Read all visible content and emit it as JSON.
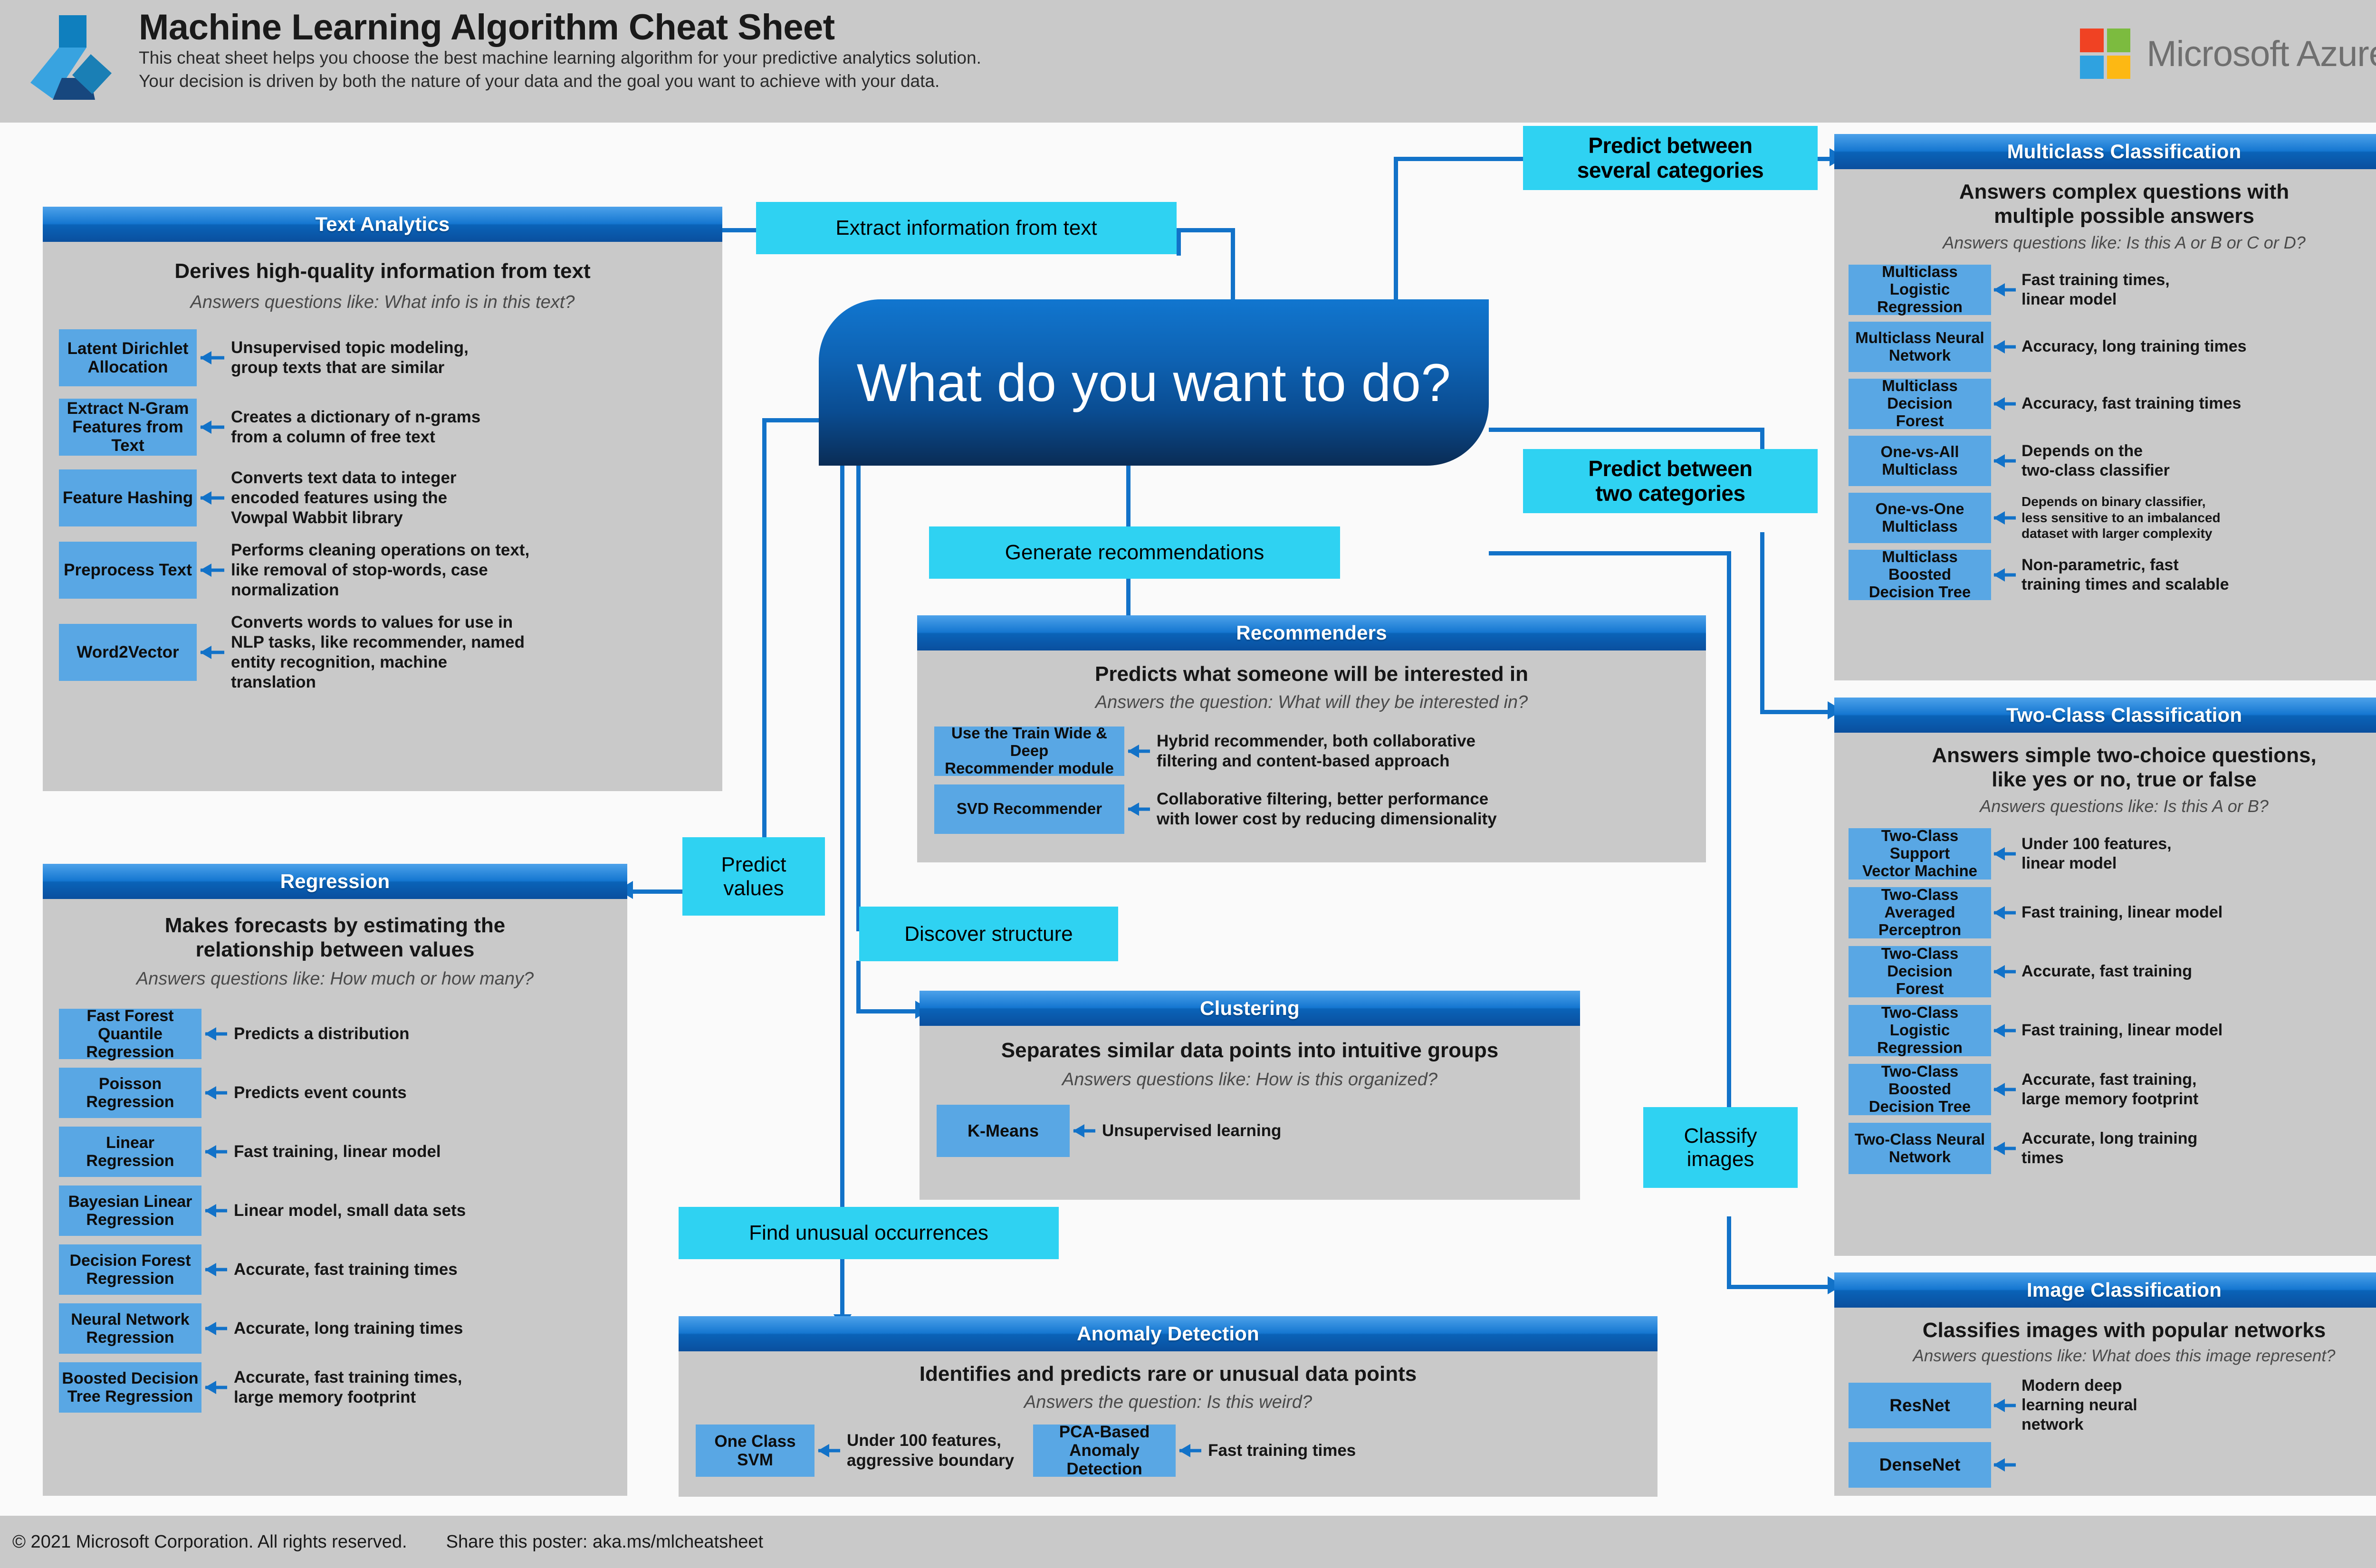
{
  "header": {
    "title": "Machine Learning Algorithm Cheat Sheet",
    "subtitle_line1": "This cheat sheet helps you choose the best machine learning algorithm for your predictive analytics solution.",
    "subtitle_line2": "Your decision is driven by both the nature of your data and the goal you want to achieve with your data.",
    "brand": "Microsoft Azure",
    "brand_logo_name": "microsoft-logo",
    "product_logo_name": "azure-ml-logo",
    "brand_colors": {
      "red": "#f04223",
      "green": "#7cbb3f",
      "blue": "#2fa2e0",
      "yellow": "#fdb813",
      "wordmark": "#6f6f6f"
    }
  },
  "hub": {
    "label": "What do you want to do?"
  },
  "decisions": {
    "extract_text": "Extract information from text",
    "predict_several": "Predict between\nseveral categories",
    "predict_two": "Predict between\ntwo categories",
    "generate_recs": "Generate recommendations",
    "discover_structure": "Discover structure",
    "predict_values": "Predict\nvalues",
    "find_unusual": "Find unusual occurrences",
    "classify_images": "Classify\nimages"
  },
  "panels": {
    "text_analytics": {
      "title": "Text Analytics",
      "description": "Derives high-quality information from text",
      "question": "Answers questions like: What info is in this text?",
      "algorithms": [
        {
          "name": "Latent Dirichlet\nAllocation",
          "note": "Unsupervised topic modeling,\ngroup texts that are similar"
        },
        {
          "name": "Extract N-Gram\nFeatures from Text",
          "note": "Creates a dictionary of n-grams\nfrom a column of free text"
        },
        {
          "name": "Feature Hashing",
          "note": "Converts text data to integer\nencoded features using the\nVowpal Wabbit library"
        },
        {
          "name": "Preprocess Text",
          "note": "Performs cleaning operations on text,\nlike removal of stop-words, case\nnormalization"
        },
        {
          "name": "Word2Vector",
          "note": "Converts words to values for use in\nNLP tasks, like recommender, named\nentity recognition, machine\ntranslation"
        }
      ]
    },
    "regression": {
      "title": "Regression",
      "description": "Makes forecasts by estimating the\nrelationship between values",
      "question": "Answers questions like: How much or how many?",
      "algorithms": [
        {
          "name": "Fast Forest Quantile\nRegression",
          "note": "Predicts a distribution"
        },
        {
          "name": "Poisson Regression",
          "note": "Predicts event counts"
        },
        {
          "name": "Linear Regression",
          "note": "Fast training, linear model"
        },
        {
          "name": "Bayesian Linear\nRegression",
          "note": "Linear model, small data sets"
        },
        {
          "name": "Decision Forest\nRegression",
          "note": "Accurate, fast training times"
        },
        {
          "name": "Neural Network\nRegression",
          "note": "Accurate, long training times"
        },
        {
          "name": "Boosted Decision\nTree Regression",
          "note": "Accurate, fast training times,\nlarge memory footprint"
        }
      ]
    },
    "recommenders": {
      "title": "Recommenders",
      "description": "Predicts what someone will be interested in",
      "question": "Answers the question: What will they be interested in?",
      "algorithms": [
        {
          "name": "Use the Train Wide & Deep\nRecommender module",
          "note": "Hybrid recommender, both collaborative\nfiltering and content-based approach"
        },
        {
          "name": "SVD Recommender",
          "note": "Collaborative filtering, better performance\nwith lower cost by reducing dimensionality"
        }
      ]
    },
    "clustering": {
      "title": "Clustering",
      "description": "Separates similar data points into intuitive groups",
      "question": "Answers questions like: How is this organized?",
      "algorithms": [
        {
          "name": "K-Means",
          "note": "Unsupervised learning"
        }
      ]
    },
    "anomaly_detection": {
      "title": "Anomaly Detection",
      "description": "Identifies and predicts rare or unusual data points",
      "question": "Answers the question: Is this weird?",
      "algorithms": [
        {
          "name": "One Class SVM",
          "note": "Under 100 features,\naggressive boundary"
        },
        {
          "name": "PCA-Based Anomaly\nDetection",
          "note": "Fast training times"
        }
      ]
    },
    "multiclass_classification": {
      "title": "Multiclass Classification",
      "description": "Answers complex questions with\nmultiple possible answers",
      "question": "Answers questions like: Is this A or B or C or D?",
      "algorithms": [
        {
          "name": "Multiclass Logistic\nRegression",
          "note": "Fast training times,\nlinear model"
        },
        {
          "name": "Multiclass Neural\nNetwork",
          "note": "Accuracy, long training times"
        },
        {
          "name": "Multiclass Decision\nForest",
          "note": "Accuracy, fast training times"
        },
        {
          "name": "One-vs-All\nMulticlass",
          "note": "Depends on the\ntwo-class classifier"
        },
        {
          "name": "One-vs-One\nMulticlass",
          "note": "Depends on binary classifier,\nless sensitive to an imbalanced\ndataset with larger complexity"
        },
        {
          "name": "Multiclass Boosted\nDecision Tree",
          "note": "Non-parametric, fast\ntraining times and scalable"
        }
      ]
    },
    "two_class_classification": {
      "title": "Two-Class Classification",
      "description": "Answers simple two-choice questions,\nlike yes or no, true or false",
      "question": "Answers questions like: Is this A or B?",
      "algorithms": [
        {
          "name": "Two-Class Support\nVector Machine",
          "note": "Under 100 features,\nlinear model"
        },
        {
          "name": "Two-Class Averaged\nPerceptron",
          "note": "Fast training, linear model"
        },
        {
          "name": "Two-Class Decision\nForest",
          "note": "Accurate, fast training"
        },
        {
          "name": "Two-Class Logistic\nRegression",
          "note": "Fast training, linear model"
        },
        {
          "name": "Two-Class Boosted\nDecision Tree",
          "note": "Accurate, fast training,\nlarge memory footprint"
        },
        {
          "name": "Two-Class Neural\nNetwork",
          "note": "Accurate, long training\ntimes"
        }
      ]
    },
    "image_classification": {
      "title": "Image Classification",
      "description": "Classifies images with popular networks",
      "question": "Answers questions like: What does this image represent?",
      "algorithms": [
        {
          "name": "ResNet",
          "note": "Modern deep\nlearning neural\nnetwork"
        },
        {
          "name": "DenseNet",
          "note": ""
        }
      ]
    }
  },
  "footer": {
    "copyright": "© 2021 Microsoft Corporation. All rights reserved.",
    "share": "Share this poster: aka.ms/mlcheatsheet"
  },
  "colors": {
    "page_bg": "#fafafa",
    "panel_bg": "#c9c9c9",
    "panel_header_blue": "#0a63b8",
    "algo_box_blue": "#59a7e4",
    "decision_cyan": "#2fd2f2",
    "connector_blue": "#1272c8",
    "hub_dark": "#0a2c55"
  }
}
